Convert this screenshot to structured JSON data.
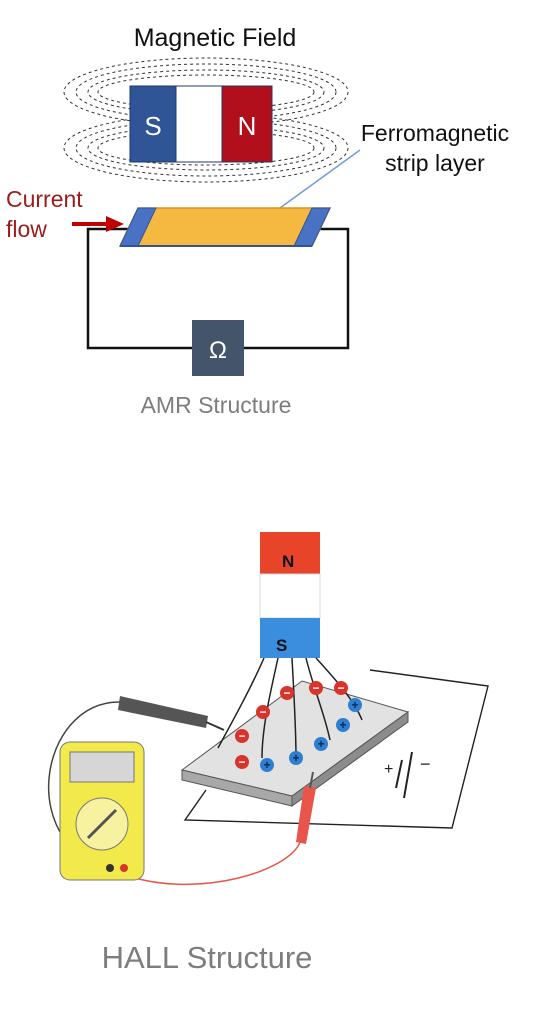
{
  "amr": {
    "title": "Magnetic Field",
    "magnet_south": "S",
    "magnet_north": "N",
    "ferro_line1": "Ferromagnetic",
    "ferro_line2": "strip layer",
    "current_line1": "Current",
    "current_line2": "flow",
    "ohm_symbol": "Ω",
    "caption": "AMR Structure",
    "colors": {
      "south": "#2f5597",
      "north": "#b00f1b",
      "strip": "#f5b942",
      "electrode": "#4a72c4",
      "ohmmeter": "#44546a",
      "current_arrow": "#c00000"
    }
  },
  "hall": {
    "magnet_north": "N",
    "magnet_south": "S",
    "negative_sign": "−",
    "positive_sign": "+",
    "caption": "HALL Structure",
    "colors": {
      "north": "#e8442a",
      "south": "#3b8ede",
      "meter_body": "#f2e94b",
      "negative_charge": "#d9342b",
      "positive_charge": "#2f7fd1"
    }
  }
}
